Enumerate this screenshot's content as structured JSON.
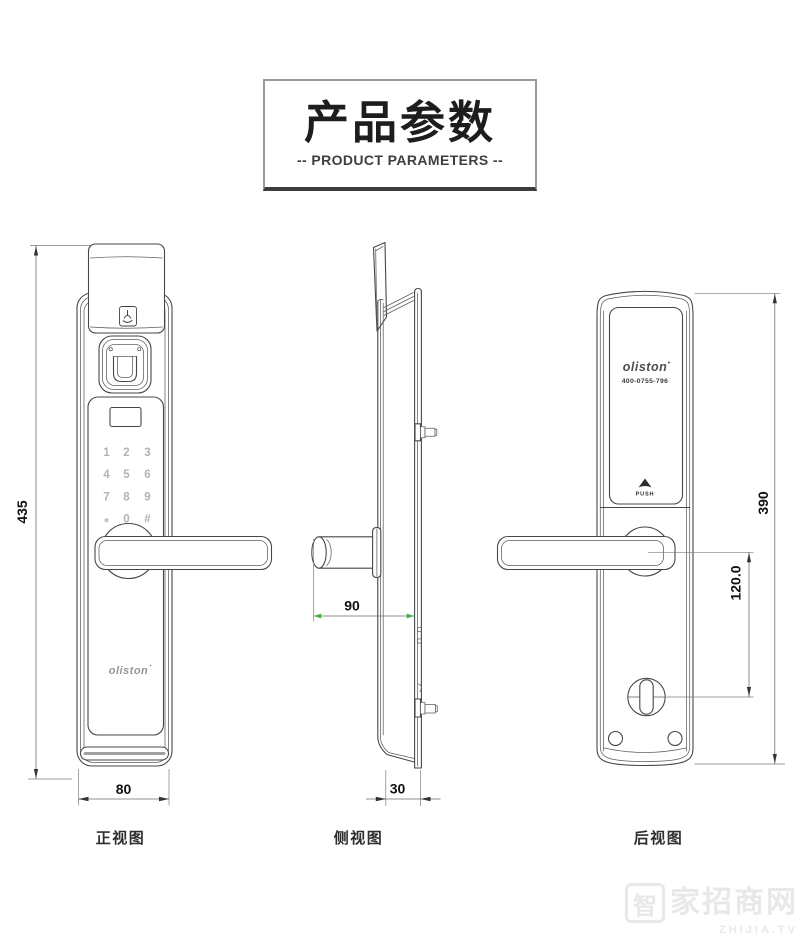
{
  "title": {
    "zh": "产品参数",
    "en": "-- PRODUCT PARAMETERS --"
  },
  "brand": {
    "logo": "oliston",
    "phone": "400-0755-796",
    "push_label": "PUSH"
  },
  "views": {
    "front": {
      "label": "正视图",
      "dim_height": "435",
      "dim_width": "80",
      "keypad": [
        "1",
        "2",
        "3",
        "4",
        "5",
        "6",
        "7",
        "8",
        "9",
        "*",
        "0",
        "#"
      ]
    },
    "side": {
      "label": "侧视图",
      "dim_handle_depth": "90",
      "dim_thickness": "30"
    },
    "back": {
      "label": "后视图",
      "dim_height": "390",
      "dim_handle_to_turn": "120.0"
    }
  },
  "watermark": {
    "logo_char": "智",
    "text": "家招商网",
    "sub": "ZHIJIA.TV"
  },
  "colors": {
    "line": "#474747",
    "dim_text": "#111111",
    "green_arrow": "#3fae49"
  }
}
